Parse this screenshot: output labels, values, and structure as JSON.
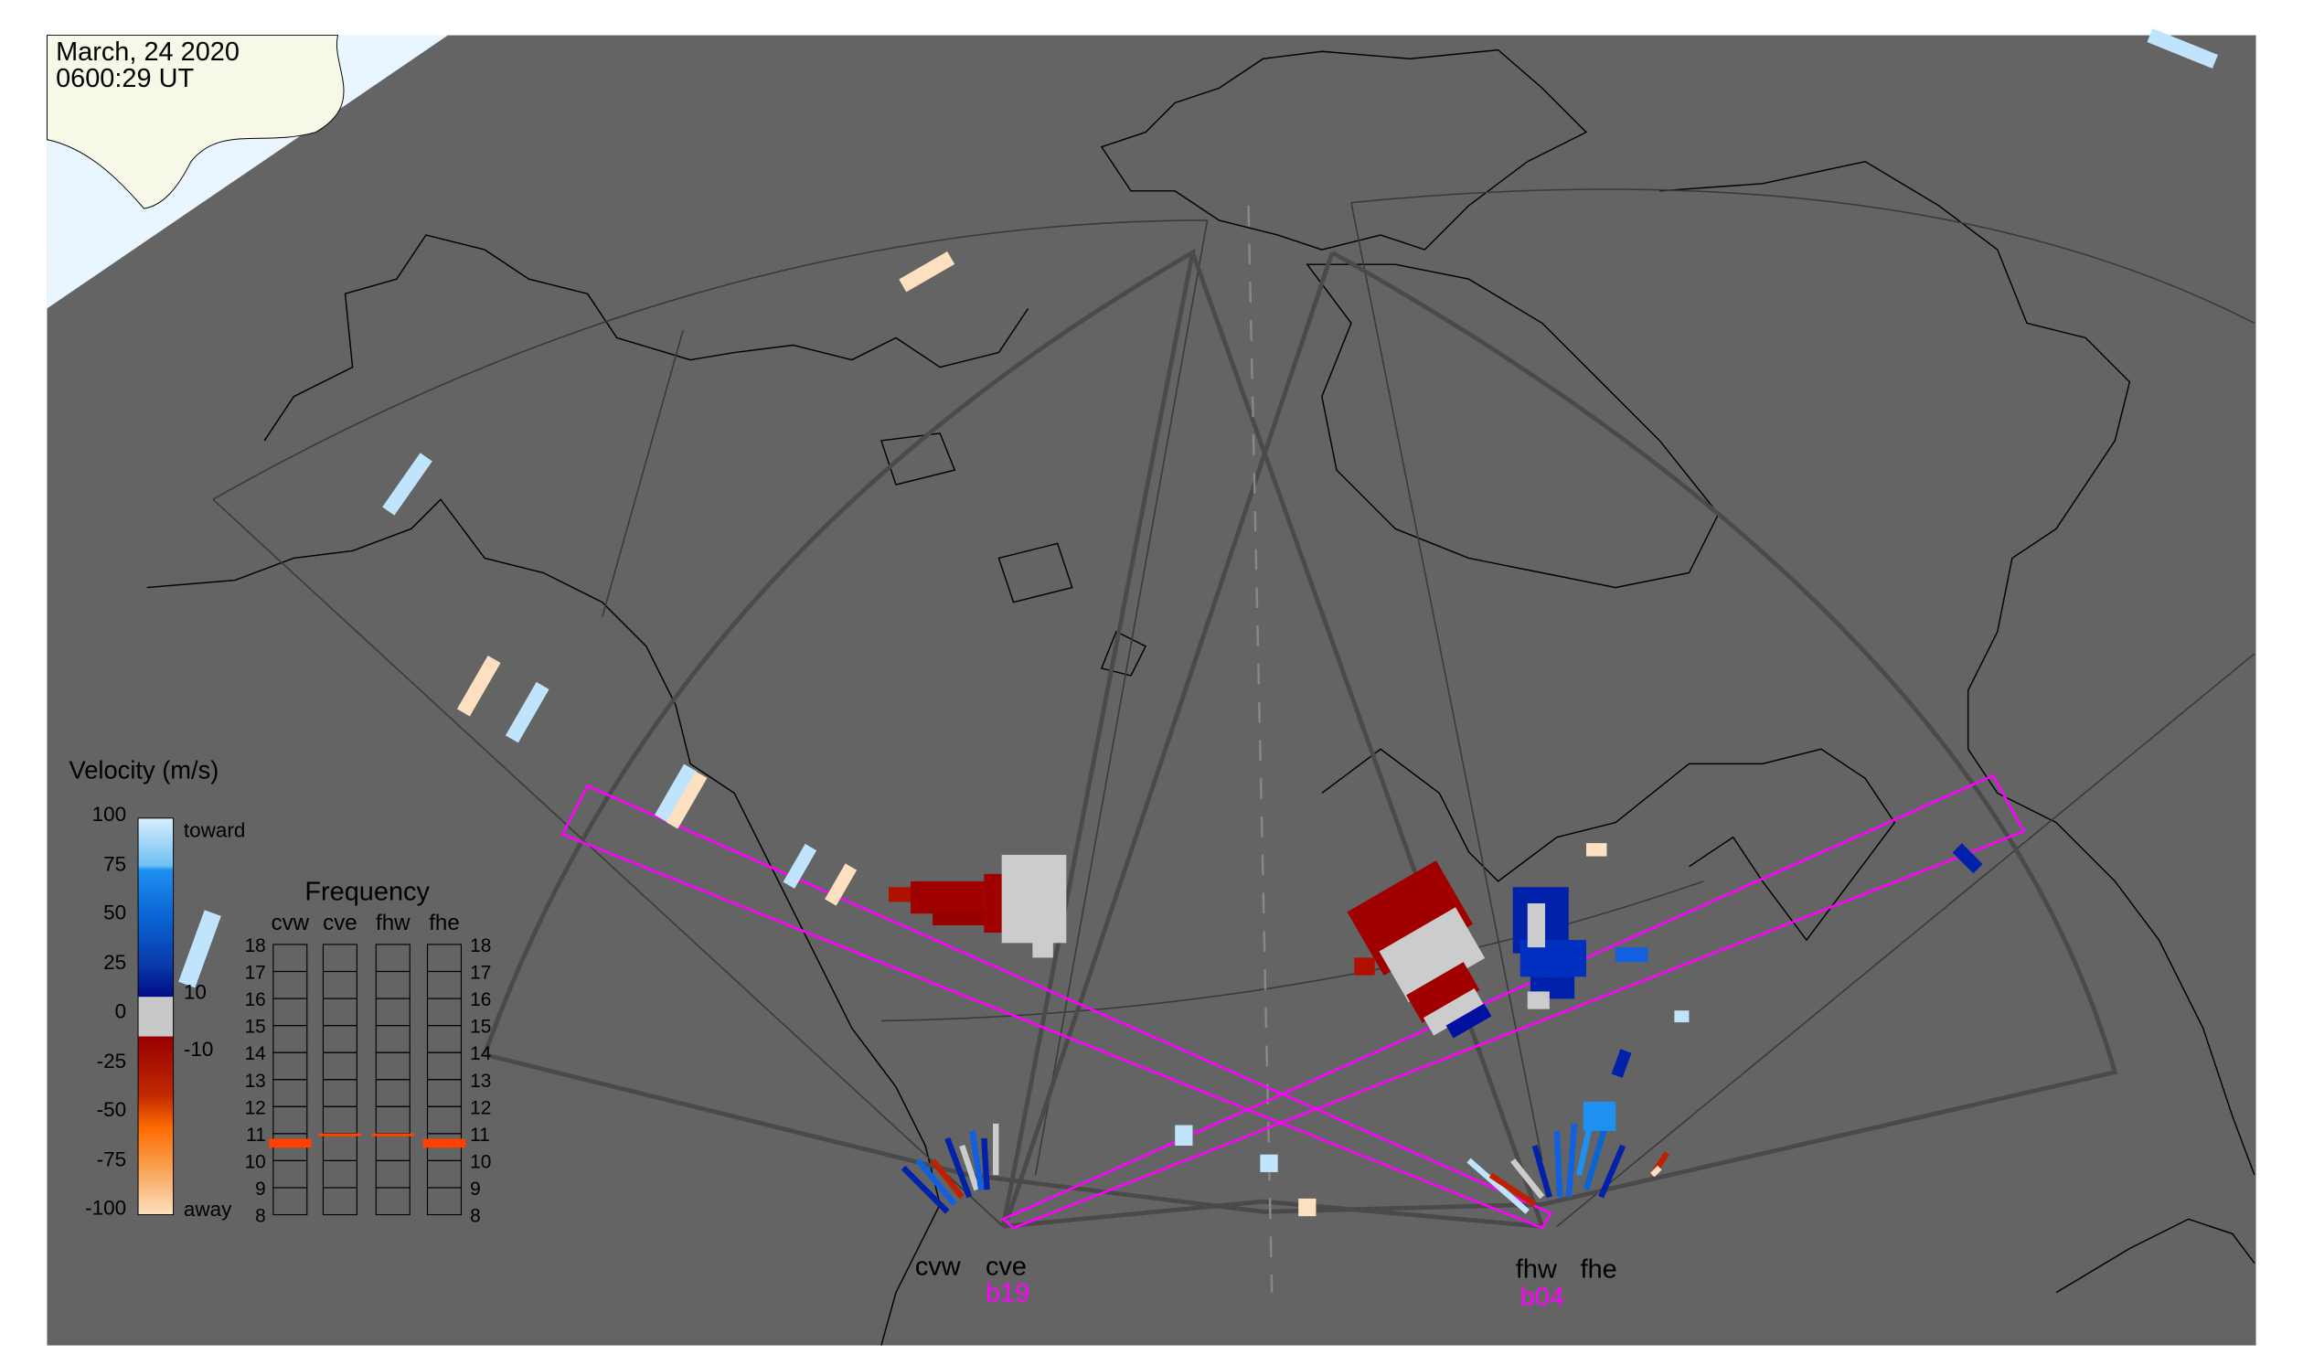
{
  "header": {
    "date": "March, 24 2020",
    "time": "0600:29 UT"
  },
  "colors": {
    "ocean": "#646464",
    "land": "#f8f8e8",
    "ice": "#eaf6ff",
    "beam": "#ff00ff",
    "fan": "#4a4a4a",
    "freq": "#ff4000"
  },
  "legend": {
    "title": "Velocity (m/s)",
    "ticks": [
      "100",
      "75",
      "50",
      "25",
      "0",
      "-25",
      "-50",
      "-75",
      "-100"
    ],
    "toward": "toward",
    "away": "away",
    "pos_threshold": "10",
    "neg_threshold": "-10"
  },
  "frequency": {
    "title": "Frequency",
    "columns": [
      "cvw",
      "cve",
      "fhw",
      "fhe"
    ],
    "ticks": [
      "18",
      "17",
      "16",
      "15",
      "14",
      "13",
      "12",
      "11",
      "10",
      "9",
      "8"
    ],
    "values_mhz": [
      10.7,
      10.9,
      10.9,
      10.7
    ]
  },
  "radars": {
    "left": {
      "west": "cvw",
      "east": "cve",
      "beam": "b19"
    },
    "right": {
      "west": "fhw",
      "east": "fhe",
      "beam": "b04"
    }
  }
}
